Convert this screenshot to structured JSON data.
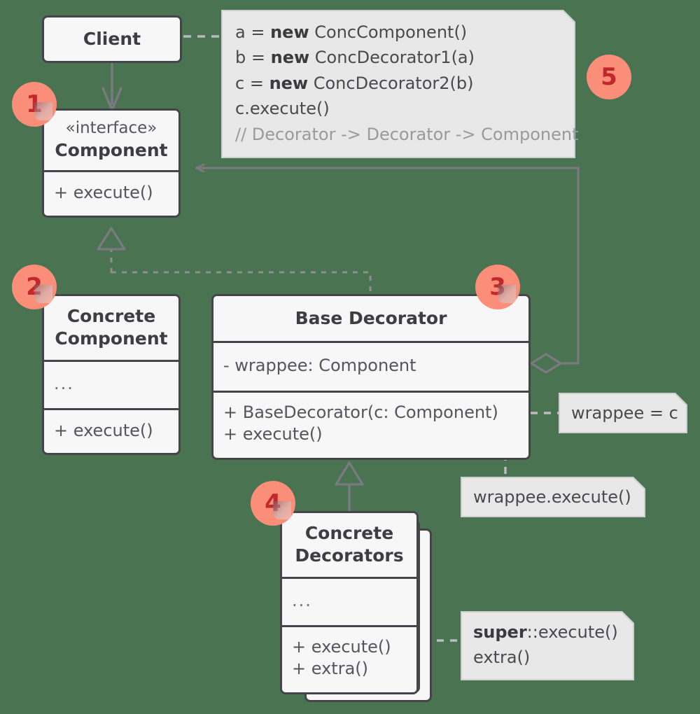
{
  "diagram": {
    "title": "Decorator design pattern structure",
    "background_color": "#4a7351",
    "box_fill": "#f7f7f7",
    "box_stroke": "#44444a",
    "note_fill": "#e8e8e8",
    "badge_fill": "#fb8e79",
    "badge_text_color": "#c2272d"
  },
  "classes": {
    "client": {
      "title": "Client"
    },
    "component": {
      "stereotype": "«interface»",
      "title": "Component",
      "methods": [
        "+ execute()"
      ]
    },
    "concrete_component": {
      "title_line1": "Concrete",
      "title_line2": "Component",
      "fields": [
        "..."
      ],
      "methods": [
        "+ execute()"
      ]
    },
    "base_decorator": {
      "title": "Base Decorator",
      "fields": [
        "- wrappee: Component"
      ],
      "methods": [
        "+ BaseDecorator(c: Component)",
        "+ execute()"
      ]
    },
    "concrete_decorators": {
      "title_line1": "Concrete",
      "title_line2": "Decorators",
      "fields": [
        "..."
      ],
      "methods": [
        "+ execute()",
        "+ extra()"
      ]
    }
  },
  "notes": {
    "client_code": {
      "lines": [
        {
          "pre": "a = ",
          "kw": "new",
          "post": " ConcComponent()",
          "comment": false
        },
        {
          "pre": "b = ",
          "kw": "new",
          "post": " ConcDecorator1(a)",
          "comment": false
        },
        {
          "pre": "c = ",
          "kw": "new",
          "post": " ConcDecorator2(b)",
          "comment": false
        },
        {
          "pre": "c.execute()",
          "kw": "",
          "post": "",
          "comment": false
        },
        {
          "pre": "// Decorator -> Decorator -> Component",
          "kw": "",
          "post": "",
          "comment": true
        }
      ]
    },
    "wrappee_assign": {
      "text": "wrappee = c"
    },
    "wrappee_execute": {
      "text": "wrappee.execute()"
    },
    "super_extra": {
      "line1_kw": "super",
      "line1_rest": "::execute()",
      "line2": "extra()"
    }
  },
  "badges": [
    {
      "id": "badge-1",
      "label": "1"
    },
    {
      "id": "badge-2",
      "label": "2"
    },
    {
      "id": "badge-3",
      "label": "3"
    },
    {
      "id": "badge-4",
      "label": "4"
    },
    {
      "id": "badge-5",
      "label": "5"
    }
  ],
  "relations": [
    {
      "name": "client-uses-component",
      "kind": "directed-association",
      "from": "Client",
      "to": "Component"
    },
    {
      "name": "client-code-link",
      "kind": "note-anchor",
      "from": "Client",
      "to": "client_code note"
    },
    {
      "name": "concrete-component-implements-component",
      "kind": "realization",
      "from": "Concrete Component",
      "to": "Component"
    },
    {
      "name": "base-decorator-implements-component",
      "kind": "realization",
      "from": "Base Decorator",
      "to": "Component"
    },
    {
      "name": "base-decorator-aggregates-component",
      "kind": "aggregation",
      "from": "Base Decorator",
      "to": "Component"
    },
    {
      "name": "concrete-decorators-extends-base-decorator",
      "kind": "inheritance",
      "from": "Concrete Decorators",
      "to": "Base Decorator"
    },
    {
      "name": "basedecorator-ctor-note",
      "kind": "note-anchor",
      "from": "+ BaseDecorator(c: Component)",
      "to": "wrappee = c"
    },
    {
      "name": "basedecorator-execute-note",
      "kind": "note-anchor",
      "from": "+ execute()",
      "to": "wrappee.execute()"
    },
    {
      "name": "concretedecorator-execute-note",
      "kind": "note-anchor",
      "from": "+ execute()",
      "to": "super::execute() / extra()"
    }
  ]
}
